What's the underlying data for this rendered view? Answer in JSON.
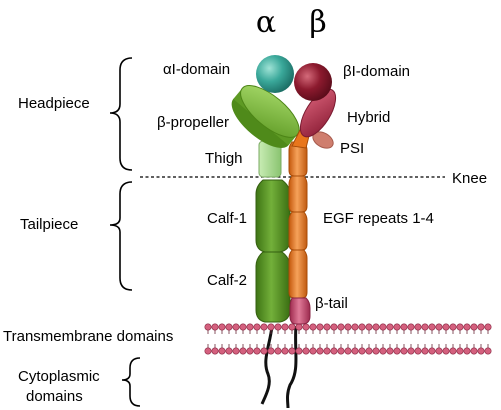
{
  "subunits": {
    "alpha": "α",
    "beta": "β"
  },
  "regions": {
    "headpiece": "Headpiece",
    "tailpiece": "Tailpiece",
    "transmembrane": "Transmembrane domains",
    "cytoplasmic_line1": "Cytoplasmic",
    "cytoplasmic_line2": "domains",
    "knee": "Knee"
  },
  "domains": {
    "alpha_i": "αI-domain",
    "beta_i": "βI-domain",
    "beta_propeller": "β-propeller",
    "hybrid": "Hybrid",
    "thigh": "Thigh",
    "psi": "PSI",
    "calf1": "Calf-1",
    "egf": "EGF repeats 1-4",
    "calf2": "Calf-2",
    "beta_tail": "β-tail"
  },
  "colors": {
    "alpha_i_domain": "#3aa89a",
    "beta_i_domain": "#8c1a2e",
    "hybrid": "#b0304a",
    "psi": "#d28070",
    "propeller": "#76b83a",
    "thigh": "#a6d88c",
    "calf": "#4e8a1e",
    "egf": "#e8761c",
    "beta_tail": "#c2456a",
    "membrane_head": "#d4607e"
  }
}
